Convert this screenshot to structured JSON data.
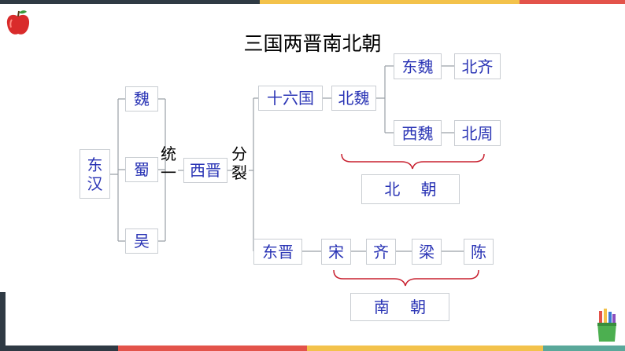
{
  "title": "三国两晋南北朝",
  "nodes": {
    "donghan": "东汉",
    "wei": "魏",
    "shu": "蜀",
    "wu": "吴",
    "tongyi": "统一",
    "xijin": "西晋",
    "fenlie": "分裂",
    "shiliuguo": "十六国",
    "beiwei": "北魏",
    "dongwei": "东魏",
    "beiqi": "北齐",
    "xiwei": "西魏",
    "beizhou": "北周",
    "beichao": "北 朝",
    "dongjin": "东晋",
    "song": "宋",
    "qi": "齐",
    "liang": "梁",
    "chen": "陈",
    "nanchao": "南 朝"
  },
  "colors": {
    "node_text": "#2a34b5",
    "node_border": "#c9cdd2",
    "brace": "#c8202f",
    "connector": "#9aa0a6"
  },
  "icons": {
    "top_left": "apple-icon",
    "bottom_right": "pencil-cup-icon"
  }
}
